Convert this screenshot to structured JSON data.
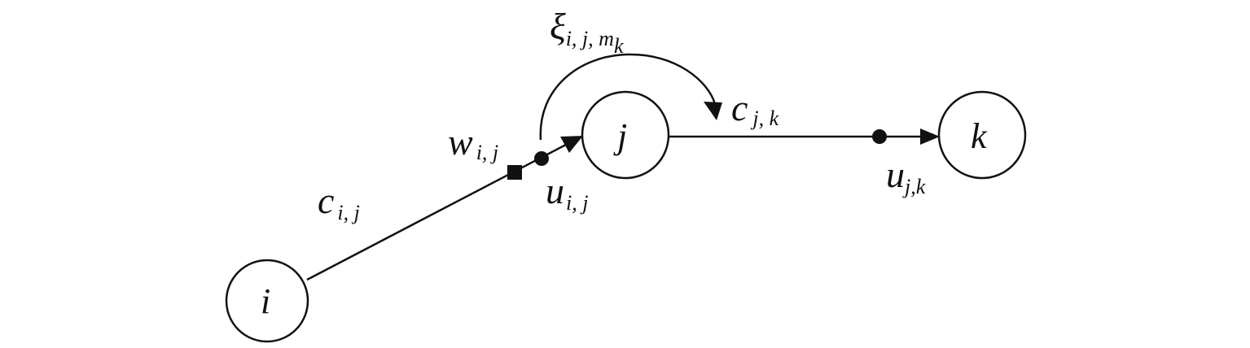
{
  "nodes": {
    "i": "i",
    "j": "j",
    "k": "k"
  },
  "labels": {
    "xi": {
      "main": "ξ",
      "sub": "i, j, m",
      "subsub": "k"
    },
    "w_ij": {
      "main": "w",
      "sub": "i, j"
    },
    "c_ij": {
      "main": "c",
      "sub": "i, j"
    },
    "u_ij": {
      "main": "u",
      "sub": "i, j"
    },
    "c_jk": {
      "main": "c",
      "sub": "j, k"
    },
    "u_jk": {
      "main": "u",
      "sub": "j,k"
    }
  },
  "colors": {
    "stroke": "#111111",
    "background": "#ffffff"
  }
}
